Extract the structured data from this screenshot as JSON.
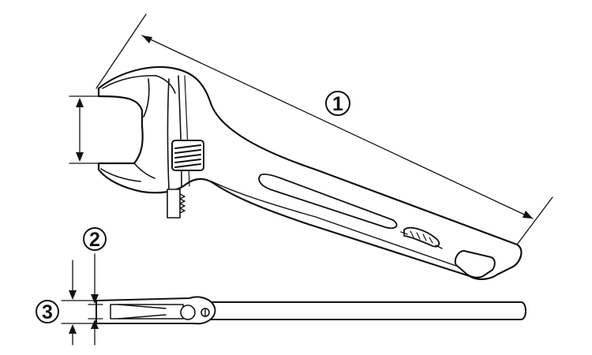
{
  "callouts": {
    "overall_length": "1",
    "jaw_thickness_upper": "2",
    "thickness": "3"
  },
  "colors": {
    "line": "#111111",
    "background": "#ffffff"
  },
  "icons": [
    "brand-logo-icon"
  ]
}
